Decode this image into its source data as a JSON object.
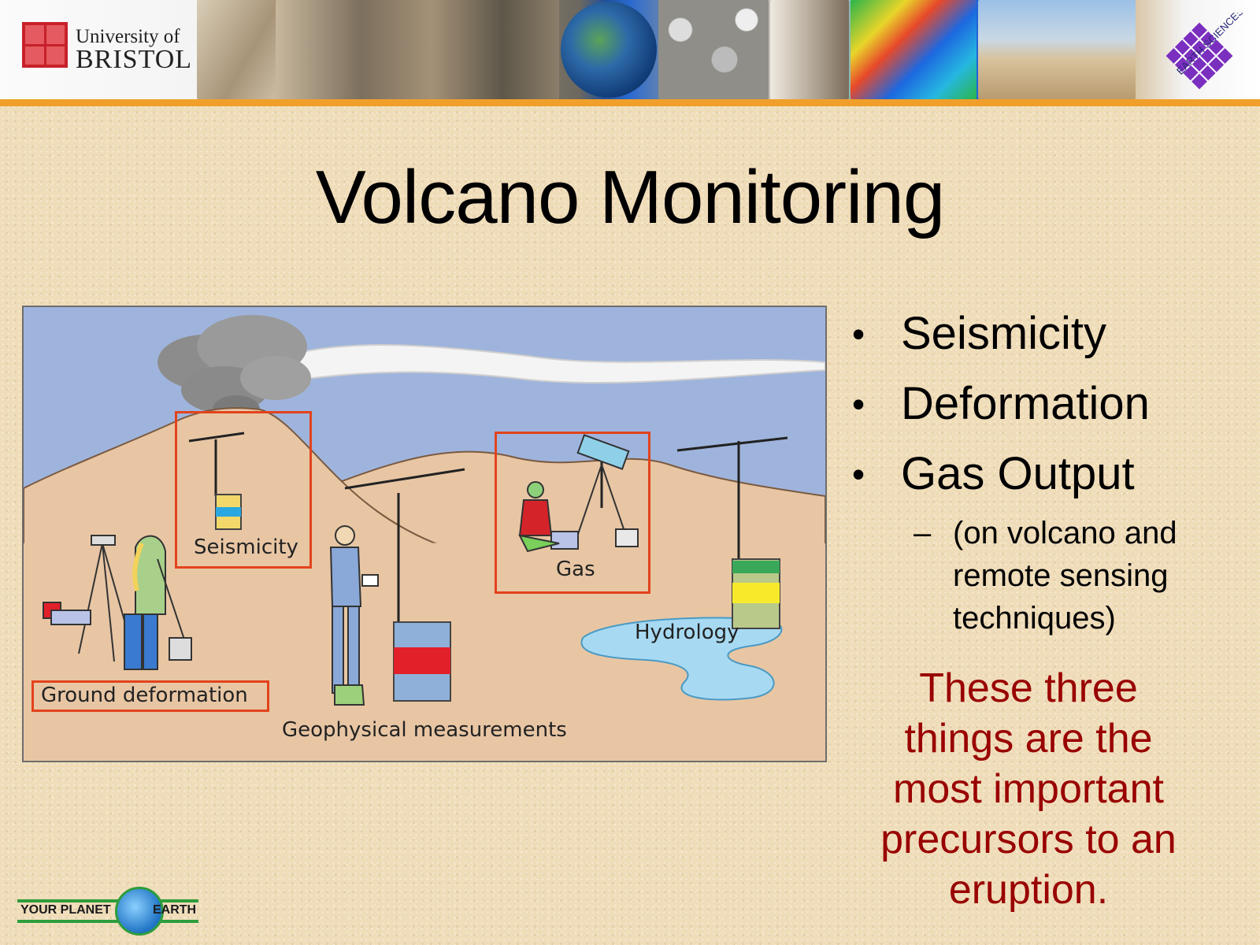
{
  "header": {
    "logo_line1": "University of",
    "logo_line2": "BRISTOL",
    "earth_sciences_logo_text": "EARTH SCIENCES"
  },
  "slide": {
    "title": "Volcano Monitoring",
    "diagram": {
      "labels": {
        "seismicity": "Seismicity",
        "gas": "Gas",
        "hydrology": "Hydrology",
        "ground_deformation": "Ground deformation",
        "geophysical": "Geophysical measurements"
      },
      "colors": {
        "sky": "#9fb4dc",
        "ground": "#e8c6a4",
        "highlight_box": "#e2431c"
      }
    },
    "bullets": [
      "Seismicity",
      "Deformation",
      "Gas Output"
    ],
    "sub_bullet": {
      "lines": [
        "(on volcano and",
        "remote sensing",
        "techniques)"
      ]
    },
    "note": {
      "lines": [
        "These three",
        "things are the",
        "most important",
        "precursors to an",
        "eruption."
      ],
      "color": "#990000"
    }
  },
  "footer": {
    "logo_left": "YOUR PLANET",
    "logo_right": "EARTH"
  }
}
